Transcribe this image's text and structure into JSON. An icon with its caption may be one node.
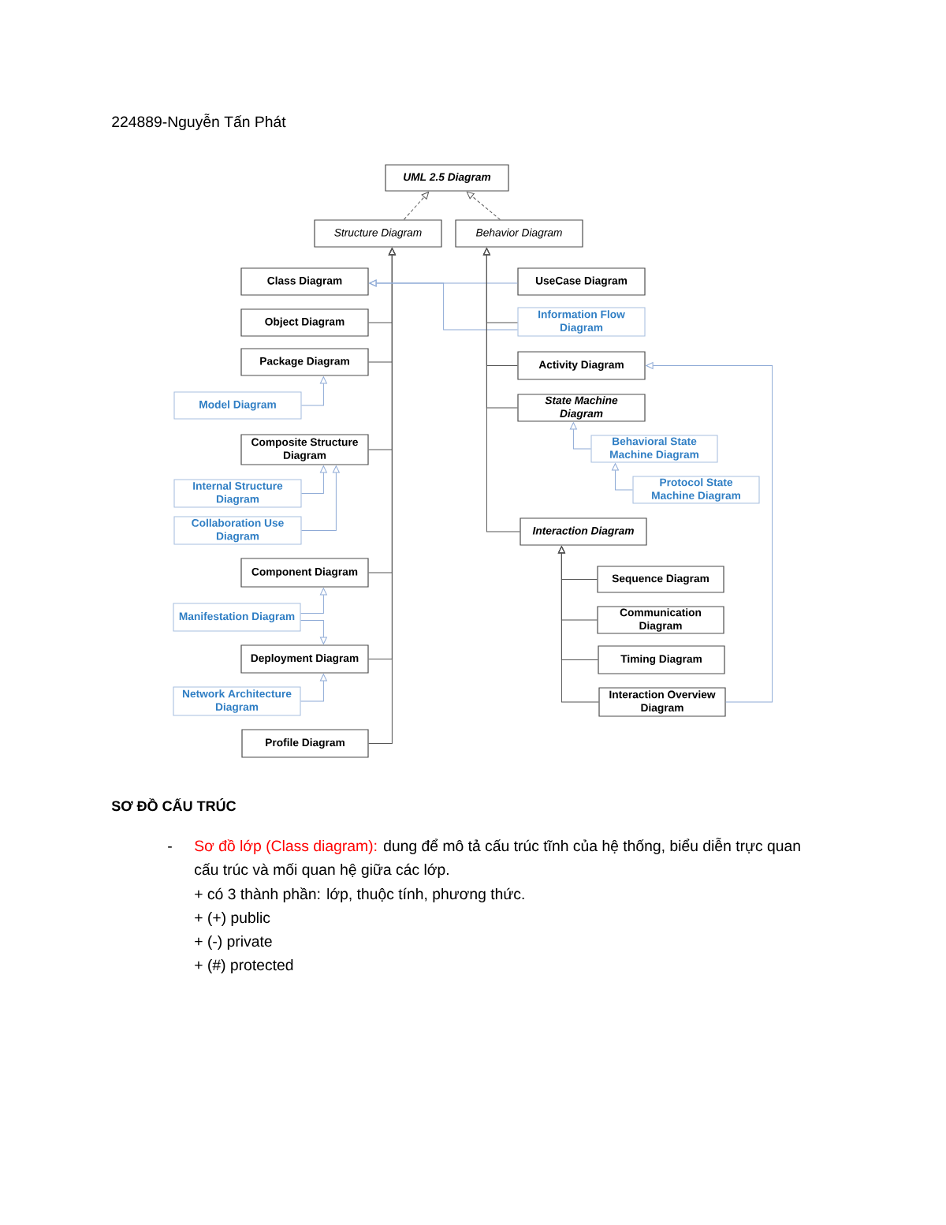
{
  "diagram": {
    "nodes": [
      {
        "text": [
          "UML 2.5 Diagram"
        ]
      },
      {
        "text": [
          "Structure Diagram"
        ]
      },
      {
        "text": [
          "Behavior Diagram"
        ]
      },
      {
        "text": [
          "Class Diagram"
        ]
      },
      {
        "text": [
          "Object Diagram"
        ]
      },
      {
        "text": [
          "Package Diagram"
        ]
      },
      {
        "text": [
          "Model Diagram"
        ]
      },
      {
        "text": [
          "Composite Structure Diagram"
        ]
      },
      {
        "text": [
          "Internal Structure Diagram"
        ]
      },
      {
        "text": [
          "Collaboration Use Diagram"
        ]
      },
      {
        "text": [
          "Component Diagram"
        ]
      },
      {
        "text": [
          "Manifestation Diagram"
        ]
      },
      {
        "text": [
          "Deployment Diagram"
        ]
      },
      {
        "text": [
          "Network Architecture Diagram"
        ]
      },
      {
        "text": [
          "Profile Diagram"
        ]
      },
      {
        "text": [
          "UseCase Diagram"
        ]
      },
      {
        "text": [
          "Information Flow Diagram"
        ]
      },
      {
        "text": [
          "Activity Diagram"
        ]
      },
      {
        "text": [
          "State Machine Diagram"
        ]
      },
      {
        "text": [
          "Behavioral State Machine Diagram"
        ]
      },
      {
        "text": [
          "Protocol State Machine Diagram"
        ]
      },
      {
        "text": [
          "Interaction Diagram"
        ]
      },
      {
        "text": [
          "Sequence Diagram"
        ]
      },
      {
        "text": [
          "Communication Diagram"
        ]
      },
      {
        "text": [
          "Timing Diagram"
        ]
      },
      {
        "text": [
          "Interaction Overview Diagram"
        ]
      }
    ],
    "edges": [
      {
        "from": 1,
        "to": 0,
        "arrow": "to",
        "style": "dashed"
      },
      {
        "from": 2,
        "to": 0,
        "arrow": "to",
        "style": "dashed"
      },
      {
        "from": 4,
        "to": 1,
        "arrow": "to"
      },
      {
        "from": 5,
        "to": 1,
        "arrow": "to"
      },
      {
        "from": 7,
        "to": 1,
        "arrow": "to"
      },
      {
        "from": 10,
        "to": 1,
        "arrow": "to"
      },
      {
        "from": 12,
        "to": 1,
        "arrow": "to"
      },
      {
        "from": 14,
        "to": 1,
        "arrow": "to"
      },
      {
        "from": 6,
        "to": 5,
        "arrow": "to",
        "color": "#8eaad6"
      },
      {
        "from": 8,
        "to": 7,
        "arrow": "to",
        "color": "#8eaad6"
      },
      {
        "from": 9,
        "to": 7,
        "arrow": "to",
        "color": "#8eaad6"
      },
      {
        "from": 11,
        "to": 10,
        "arrow": "to",
        "color": "#8eaad6"
      },
      {
        "from": 11,
        "to": 12,
        "arrow": "to",
        "color": "#8eaad6"
      },
      {
        "from": 13,
        "to": 12,
        "arrow": "to",
        "color": "#8eaad6"
      },
      {
        "from": 15,
        "to": 3,
        "arrow": "to",
        "color": "#8eaad6"
      },
      {
        "from": 16,
        "to": 3,
        "arrow": "to",
        "color": "#8eaad6"
      },
      {
        "from": 16,
        "to": 2,
        "arrow": "to"
      },
      {
        "from": 17,
        "to": 2,
        "arrow": "to"
      },
      {
        "from": 18,
        "to": 2,
        "arrow": "to"
      },
      {
        "from": 21,
        "to": 2,
        "arrow": "to"
      },
      {
        "from": 19,
        "to": 18,
        "arrow": "to",
        "color": "#8eaad6"
      },
      {
        "from": 20,
        "to": 19,
        "arrow": "to",
        "color": "#8eaad6"
      },
      {
        "from": 22,
        "to": 21,
        "arrow": "to"
      },
      {
        "from": 23,
        "to": 21,
        "arrow": "to"
      },
      {
        "from": 24,
        "to": 21,
        "arrow": "to"
      },
      {
        "from": 25,
        "to": 21,
        "arrow": "to"
      },
      {
        "from": 25,
        "to": 17,
        "arrow": "to",
        "color": "#8eaad6"
      }
    ],
    "labels": [
      "224889-Nguyễn Tấn Phát",
      "SƠ ĐỒ CẤU TRÚC",
      "-",
      "Sơ đồ lớp (Class diagram):",
      "dung để mô tả cấu trúc tĩnh của hệ thống, biểu diễn trực quan cấu trúc và mối quan hệ giữa các lớp.",
      "+ có 3 thành phần: lớp, thuộc tính, phương thức.",
      "+ (+) public",
      "+ (-) private",
      "+ (#) protected"
    ]
  }
}
